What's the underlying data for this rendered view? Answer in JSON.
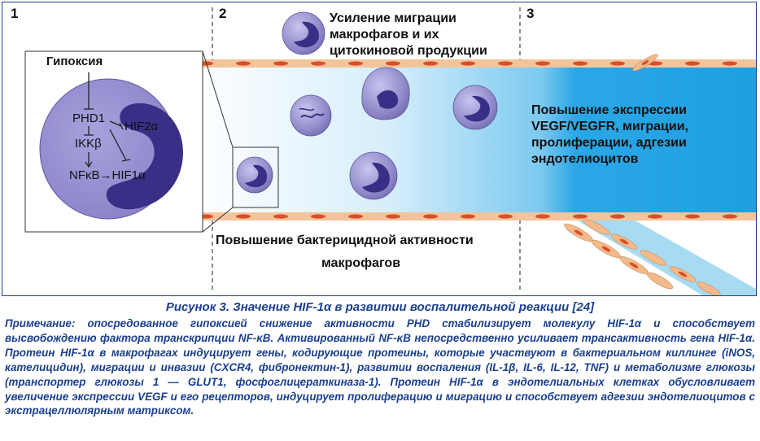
{
  "panels": {
    "p1": "1",
    "p2": "2",
    "p3": "3"
  },
  "inset": {
    "hypoxia": "Гипоксия",
    "phd1": "PHD1",
    "hif2a": "HIF2α",
    "ikkb": "IKKβ",
    "nfkb_hif1a": "NFκB→HIF1α"
  },
  "labels": {
    "migration": "Усиление миграции макрофагов и их цитокиновой продукции",
    "expression": "Повышение экспрессии VEGF/VEGFR, миграции, пролиферации, адгезии эндотелиоцитов",
    "bactericidal_line1": "Повышение бактерицидной активности",
    "bactericidal_line2": "макрофагов"
  },
  "caption": {
    "title": "Рисунок 3. Значение HIF-1α в развитии воспалительной реакции [24]",
    "note": "Примечание: опосредованное гипоксией снижение активности PHD стабилизирует молекулу HIF-1α и способствует высвобождению фактора транскрипции NF-κB. Активированный NF-κB непосредственно усиливает трансактивность гена HIF-1α. Протеин HIF-1α в макрофагах индуцирует гены, кодирующие протеины, которые участвуют в бактериальном киллинге (iNOS, кателицидин), миграции и инвазии (CXCR4, фибронектин-1), развитии воспаления (IL-1β, IL-6, IL-12, TNF) и метаболизме глюкозы (транспортер глюкозы 1 — GLUT1, фосфоглицераткиназа-1). Протеин HIF-1α в эндотелиальных клетках обусловливает увеличение экспрессии VEGF и его рецепторов, индуцирует пролиферацию и миграцию и способствует адгезии эндотелиоцитов с экстрацеллюлярным матриксом."
  },
  "colors": {
    "border": "#1a3f8f",
    "caption_text": "#1a3f8f",
    "vessel_wall": "#f2c49a",
    "nucleus": "#d8502a",
    "lumen": "#3fb6ea",
    "cell": "#8f88c8",
    "nucleus_dark": "#3a2f86"
  }
}
